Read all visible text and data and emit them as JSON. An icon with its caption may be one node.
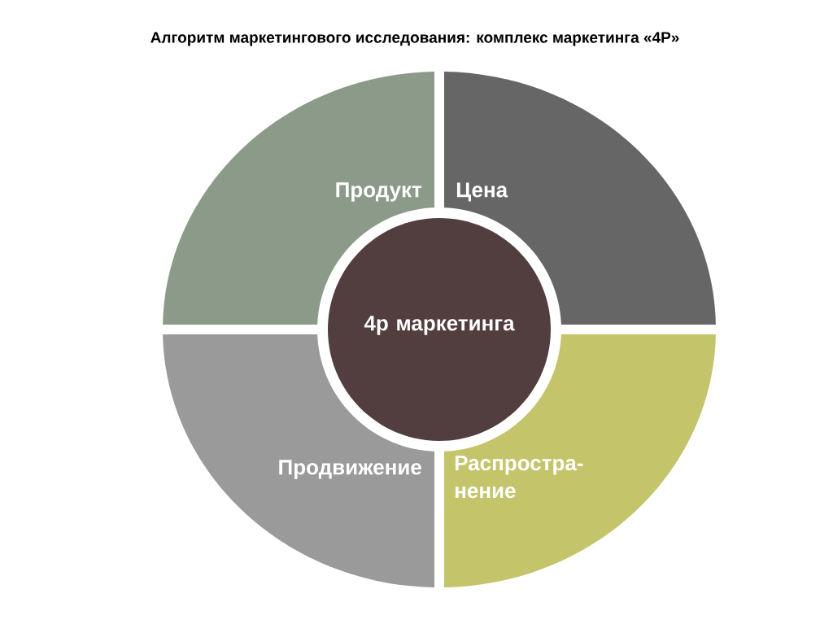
{
  "diagram": {
    "title": "Алгоритм маркетингового исследования: комплекс маркетинга «4Р»",
    "nodes": [
      {
        "text": [
          "Продукт"
        ]
      },
      {
        "text": [
          "Цена"
        ]
      },
      {
        "text": [
          "Продвижение"
        ]
      },
      {
        "text": [
          "Распростра- нение"
        ]
      },
      {
        "text": [
          "4р маркетинга"
        ]
      }
    ]
  }
}
